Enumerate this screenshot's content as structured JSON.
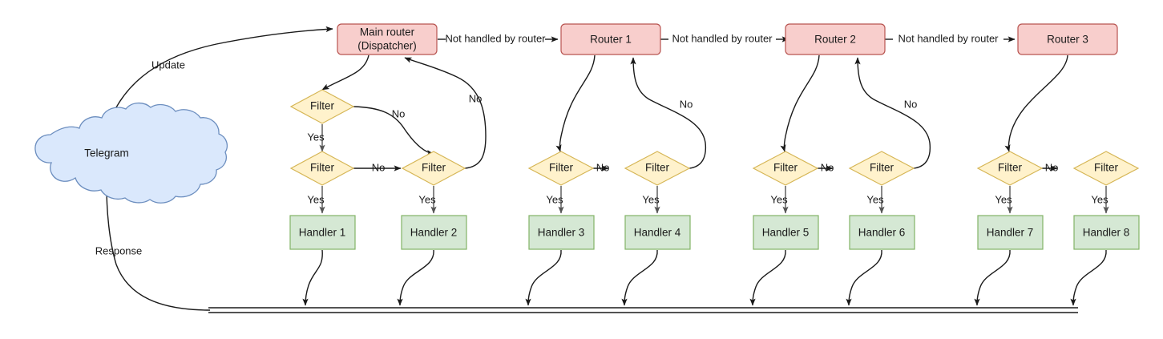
{
  "diagram": {
    "title": "Telegram bot update dispatching flow",
    "colors": {
      "router_fill": "#f8cecc",
      "router_stroke": "#b85450",
      "handler_fill": "#d5e8d4",
      "handler_stroke": "#82b366",
      "filter_fill": "#fff2cc",
      "filter_stroke": "#d6b656",
      "cloud_fill": "#dae8fc",
      "cloud_stroke": "#6c8ebf",
      "edge_stroke": "#1a1a1a",
      "background": "#ffffff"
    },
    "cloud": {
      "label": "Telegram"
    },
    "routers": [
      {
        "id": "main-router",
        "line1": "Main router",
        "line2": "(Dispatcher)"
      },
      {
        "id": "router-1",
        "line1": "Router 1",
        "line2": ""
      },
      {
        "id": "router-2",
        "line1": "Router 2",
        "line2": ""
      },
      {
        "id": "router-3",
        "line1": "Router 3",
        "line2": ""
      }
    ],
    "filters": [
      {
        "id": "filter-a",
        "label": "Filter"
      },
      {
        "id": "filter-1",
        "label": "Filter"
      },
      {
        "id": "filter-2",
        "label": "Filter"
      },
      {
        "id": "filter-3",
        "label": "Filter"
      },
      {
        "id": "filter-4",
        "label": "Filter"
      },
      {
        "id": "filter-5",
        "label": "Filter"
      },
      {
        "id": "filter-6",
        "label": "Filter"
      },
      {
        "id": "filter-7",
        "label": "Filter"
      },
      {
        "id": "filter-8",
        "label": "Filter"
      }
    ],
    "handlers": [
      {
        "id": "handler-1",
        "label": "Handler 1"
      },
      {
        "id": "handler-2",
        "label": "Handler 2"
      },
      {
        "id": "handler-3",
        "label": "Handler 3"
      },
      {
        "id": "handler-4",
        "label": "Handler 4"
      },
      {
        "id": "handler-5",
        "label": "Handler 5"
      },
      {
        "id": "handler-6",
        "label": "Handler 6"
      },
      {
        "id": "handler-7",
        "label": "Handler 7"
      },
      {
        "id": "handler-8",
        "label": "Handler 8"
      }
    ],
    "edge_labels": {
      "update": "Update",
      "response": "Response",
      "not_handled_1": "Not handled by router",
      "not_handled_2": "Not handled by router",
      "not_handled_3": "Not handled by router",
      "yes_1": "Yes",
      "yes_2": "Yes",
      "yes_3": "Yes",
      "yes_4": "Yes",
      "yes_5": "Yes",
      "yes_6": "Yes",
      "yes_7": "Yes",
      "yes_8": "Yes",
      "yes_9": "Yes",
      "no_a": "No",
      "no_b": "No",
      "no_1": "No",
      "no_2": "No",
      "no_3": "No",
      "no_4": "No",
      "no_5": "No",
      "no_6": "No",
      "no_7": "No"
    }
  }
}
